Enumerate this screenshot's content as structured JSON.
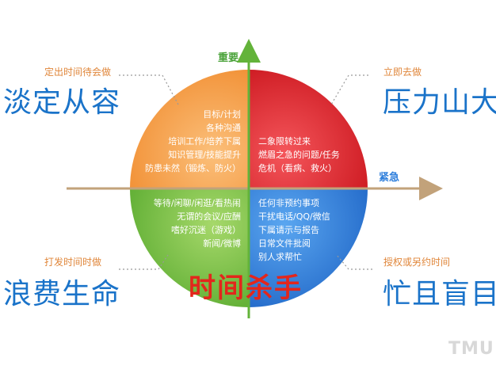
{
  "axes": {
    "vertical_label": "重要",
    "horizontal_label": "紧急"
  },
  "quadrants": {
    "top_left": {
      "tag": "定出时间待会做",
      "title": "淡定从容",
      "lines": [
        "目标/计划",
        "各种沟通",
        "培训工作/培养下属",
        "知识管理/技能提升",
        "防患未然（锻炼、防火）"
      ],
      "color": "#f7a04a"
    },
    "top_right": {
      "tag": "立即去做",
      "title": "压力山大",
      "lines": [
        "二象限转过来",
        "燃眉之急的问题/任务",
        "危机（看病、救火）"
      ],
      "color": "#e6262b"
    },
    "bottom_left": {
      "tag": "打发时间时做",
      "title": "浪费生命",
      "lines": [
        "等待/闲聊/闲逛/看热闹",
        "无谓的会议/应酬",
        "嗜好沉迷（游戏）",
        "新闻/微博"
      ],
      "color": "#7cc142"
    },
    "bottom_right": {
      "tag": "授权或另约时间",
      "title": "忙且盲目",
      "lines": [
        "任何非预约事项",
        "干扰电话/QQ/微信",
        "下属请示与报告",
        "日常文件批阅",
        "别人求帮忙"
      ],
      "color": "#2f7fdc"
    }
  },
  "center_label": "时间杀手",
  "watermark": "TMU"
}
